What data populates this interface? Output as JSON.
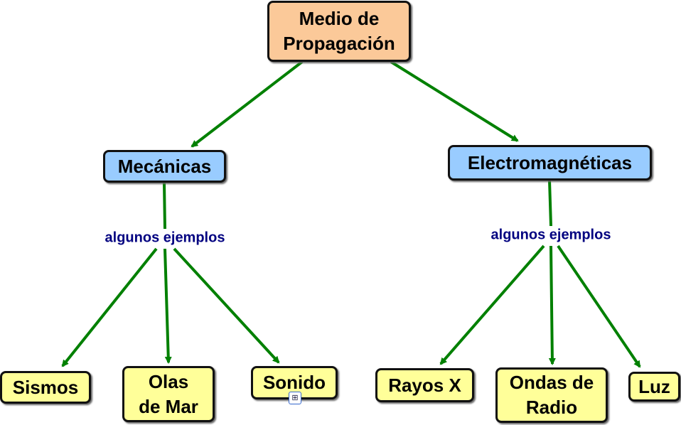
{
  "colors": {
    "root": "#fbc999",
    "category": "#99ccff",
    "example": "#ffff99",
    "link": "#008000",
    "label": "#000080"
  },
  "root": {
    "label": "Medio de Propagación"
  },
  "categories": [
    {
      "label": "Mecánicas",
      "link_label": "algunos ejemplos"
    },
    {
      "label": "Electromagnéticas",
      "link_label": "algunos ejemplos"
    }
  ],
  "examples": {
    "mecanicas": [
      "Sismos",
      "Olas de Mar",
      "Sonido"
    ],
    "electromagneticas": [
      "Rayos X",
      "Ondas de Radio",
      "Luz"
    ]
  },
  "icons": {
    "sonido_attachment": "submap-icon"
  }
}
